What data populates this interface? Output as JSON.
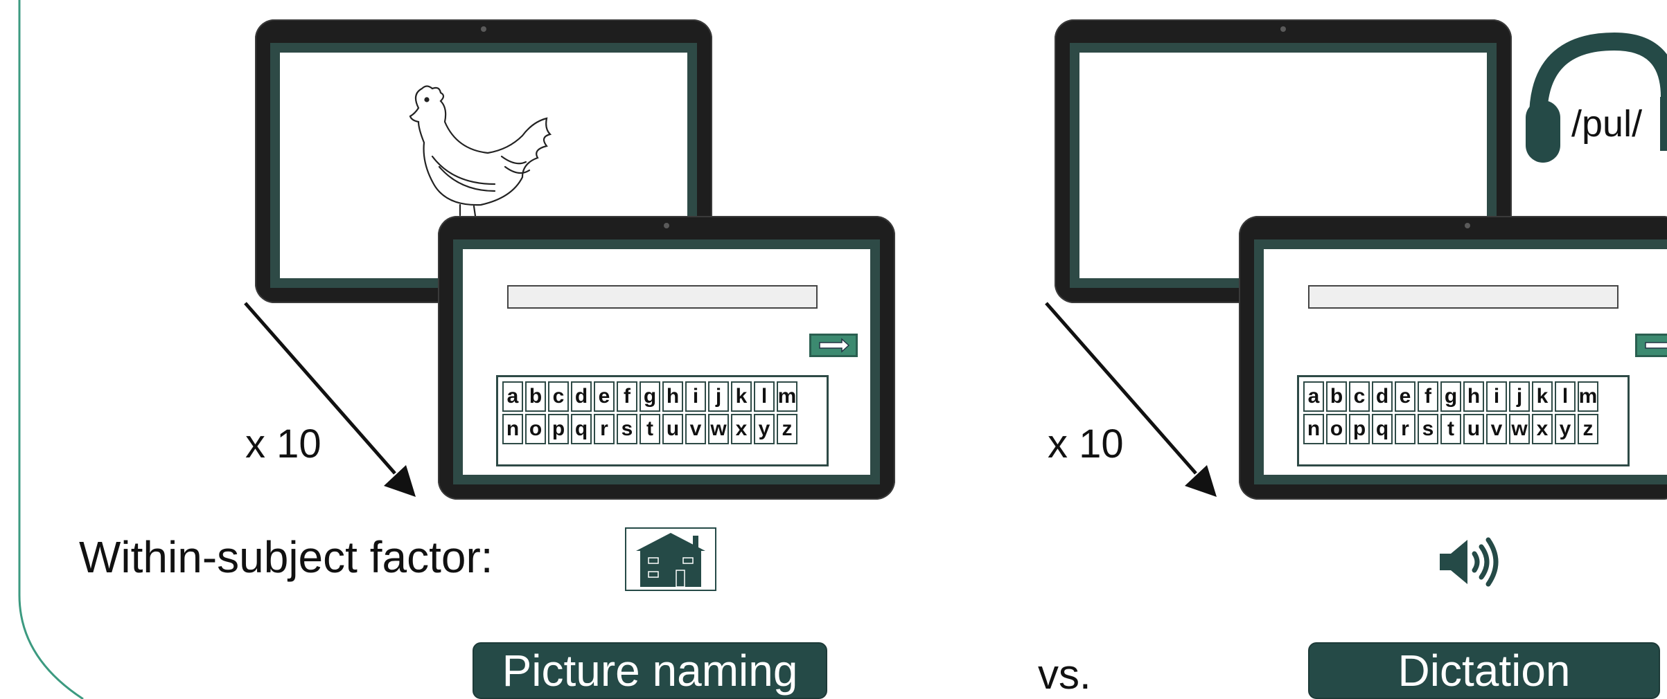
{
  "left_panel": {
    "repeat_label": "x 10",
    "keyboard_rows": [
      [
        "a",
        "b",
        "c",
        "d",
        "e",
        "f",
        "g",
        "h",
        "i",
        "j",
        "k",
        "l",
        "m"
      ],
      [
        "n",
        "o",
        "p",
        "q",
        "r",
        "s",
        "t",
        "u",
        "v",
        "w",
        "x",
        "y",
        "z"
      ]
    ]
  },
  "right_panel": {
    "repeat_label": "x 10",
    "audio_word": "/pul/",
    "keyboard_rows": [
      [
        "a",
        "b",
        "c",
        "d",
        "e",
        "f",
        "g",
        "h",
        "i",
        "j",
        "k",
        "l",
        "m"
      ],
      [
        "n",
        "o",
        "p",
        "q",
        "r",
        "s",
        "t",
        "u",
        "v",
        "w",
        "x",
        "y",
        "z"
      ]
    ]
  },
  "factor": {
    "label": "Within-subject factor:",
    "condition_a": "Picture naming",
    "separator": "vs.",
    "condition_b": "Dictation"
  },
  "colors": {
    "accent": "#254a47",
    "frame_line": "#3c9a80",
    "enter_button": "#3c8a70"
  },
  "icons": {
    "picture_condition": "house-icon",
    "dictation_condition": "speaker-icon",
    "audio": "headphones-icon",
    "stimulus": "hen-drawing"
  }
}
